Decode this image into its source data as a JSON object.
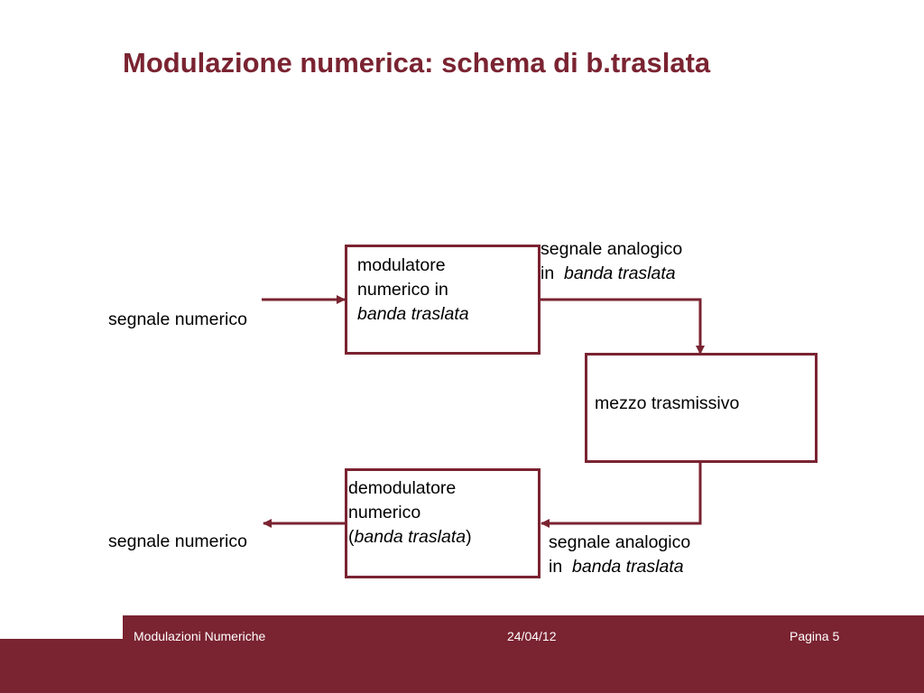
{
  "title": "Modulazione numerica: schema di b.traslata",
  "diagram": {
    "modulator": {
      "line1": "modulatore",
      "line2": "numerico in",
      "line3": "banda traslata"
    },
    "medium": {
      "label": "mezzo trasmissivo"
    },
    "demodulator": {
      "line1": "demodulatore",
      "line2": "numerico",
      "line3_open": "(",
      "line3_italic": "banda traslata",
      "line3_close": ")"
    },
    "input_signal": "segnale numerico",
    "output_signal": "segnale numerico",
    "signal_top": {
      "line1": "segnale analogico",
      "prefix": "in",
      "italic": "banda traslata"
    },
    "signal_bottom": {
      "line1": "segnale analogico",
      "prefix": "in",
      "italic": "banda traslata"
    },
    "colors": {
      "accent": "#7a2331"
    }
  },
  "footer": {
    "left": "Modulazioni Numeriche",
    "center": "24/04/12",
    "right": "Pagina 5"
  }
}
